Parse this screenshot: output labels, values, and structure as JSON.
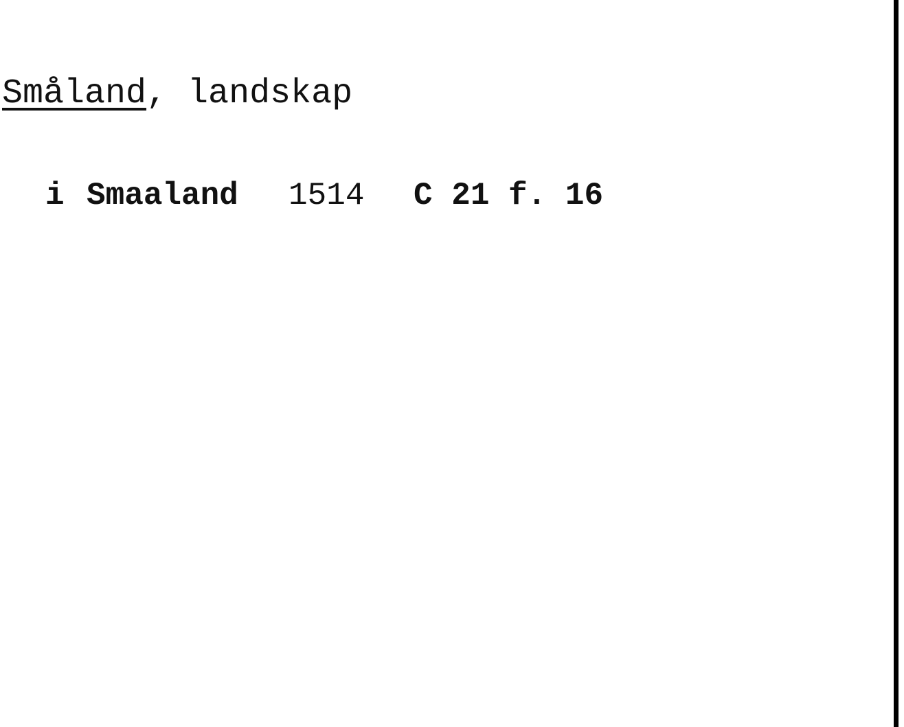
{
  "card": {
    "heading_place": "Småland",
    "heading_rest": ", landskap",
    "entry": {
      "prefix": "i",
      "form": "Smaaland",
      "year": "1514",
      "source": "C 21 f. 16"
    }
  }
}
